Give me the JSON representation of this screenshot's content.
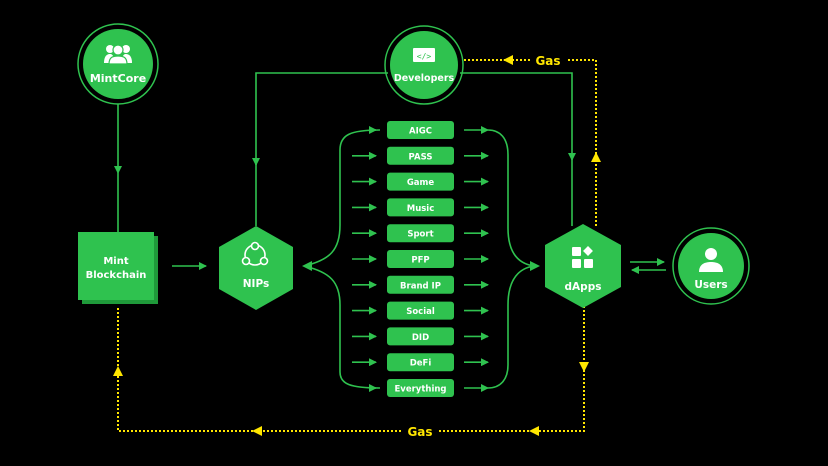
{
  "colors": {
    "background": "#000000",
    "node_green": "#2fc24f",
    "line_green": "#2fc24f",
    "gas_yellow": "#ffe600",
    "text": "#ffffff"
  },
  "nodes": {
    "mintcore": {
      "label": "MintCore",
      "icon": "users-group-icon"
    },
    "developers": {
      "label": "Developers",
      "icon": "code-monitor-icon"
    },
    "blockchain": {
      "label_line1": "Mint",
      "label_line2": "Blockchain"
    },
    "nips": {
      "label": "NIPs",
      "icon": "network-nodes-icon"
    },
    "dapps": {
      "label": "dApps",
      "icon": "apps-grid-icon"
    },
    "users": {
      "label": "Users",
      "icon": "user-icon"
    }
  },
  "categories": [
    "AIGC",
    "PASS",
    "Game",
    "Music",
    "Sport",
    "PFP",
    "Brand IP",
    "Social",
    "DID",
    "DeFi",
    "Everything"
  ],
  "gas": {
    "top_label": "Gas",
    "bottom_label": "Gas"
  }
}
